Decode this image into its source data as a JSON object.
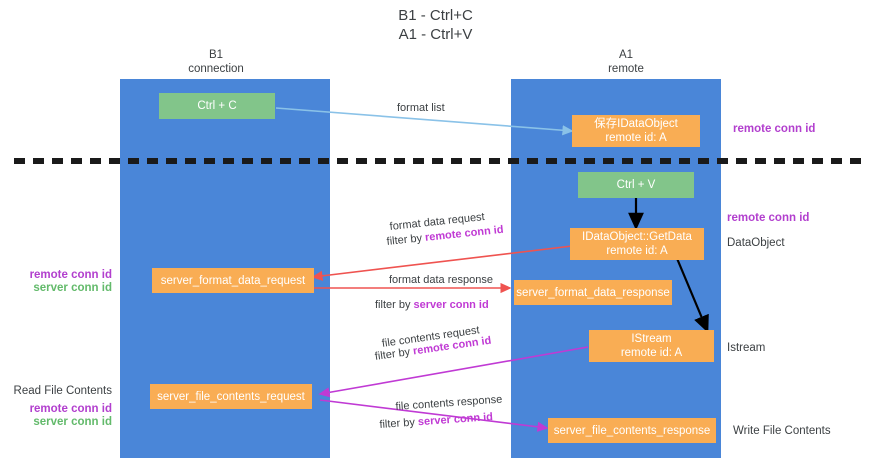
{
  "title": {
    "line1": "B1 - Ctrl+C",
    "line2": "A1 - Ctrl+V"
  },
  "columns": [
    {
      "name": "B1",
      "subtitle": "connection"
    },
    {
      "name": "A1",
      "subtitle": "remote"
    }
  ],
  "nodes": {
    "ctrl_c": {
      "label": "Ctrl + C",
      "sub": ""
    },
    "save_dataobject": {
      "label": "保存IDataObject",
      "sub": "remote id: A"
    },
    "ctrl_v": {
      "label": "Ctrl + V",
      "sub": ""
    },
    "getdata": {
      "label": "IDataObject::GetData",
      "sub": "remote id: A"
    },
    "server_format_data_request": {
      "label": "server_format_data_request",
      "sub": ""
    },
    "server_format_data_response": {
      "label": "server_format_data_response",
      "sub": ""
    },
    "istream": {
      "label": "IStream",
      "sub": "remote id: A"
    },
    "server_file_contents_request": {
      "label": "server_file_contents_request",
      "sub": ""
    },
    "server_file_contents_response": {
      "label": "server_file_contents_response",
      "sub": ""
    }
  },
  "edge_labels": {
    "format_list": "format list",
    "format_data_request": "format data request",
    "format_data_request_filter_prefix": "filter by ",
    "format_data_request_filter_key": "remote conn id",
    "format_data_response": "format data response",
    "format_data_response_filter_prefix": "filter by ",
    "format_data_response_filter_key": "server conn id",
    "file_contents_request": "file contents request",
    "file_contents_request_filter_prefix": "filter by ",
    "file_contents_request_filter_key": "remote conn id",
    "file_contents_response": "file contents response",
    "file_contents_response_filter_prefix": "filter by ",
    "file_contents_response_filter_key": "server conn id"
  },
  "annotations": {
    "right_top_remote_conn_id": "remote conn id",
    "right_mid_remote_conn_id": "remote conn id",
    "right_dataobject": "DataObject",
    "right_istream": "Istream",
    "right_write_file_contents": "Write File Contents",
    "left_remote_conn_id_1": "remote conn id",
    "left_server_conn_id_1": "server conn id",
    "left_read_file_contents": "Read File Contents",
    "left_remote_conn_id_2": "remote conn id",
    "left_server_conn_id_2": "server conn id"
  },
  "colors": {
    "lane": "#4a86d8",
    "node_orange": "#f9ad54",
    "node_green": "#82c58a",
    "arrow_blue": "#8ac2e8",
    "arrow_red": "#ef5350",
    "arrow_magenta": "#c03ad4",
    "arrow_black": "#000000",
    "divider": "#1a1a1a",
    "text_purple": "#b23fce",
    "text_green": "#63ba6b",
    "text_dark": "#3c4043"
  }
}
